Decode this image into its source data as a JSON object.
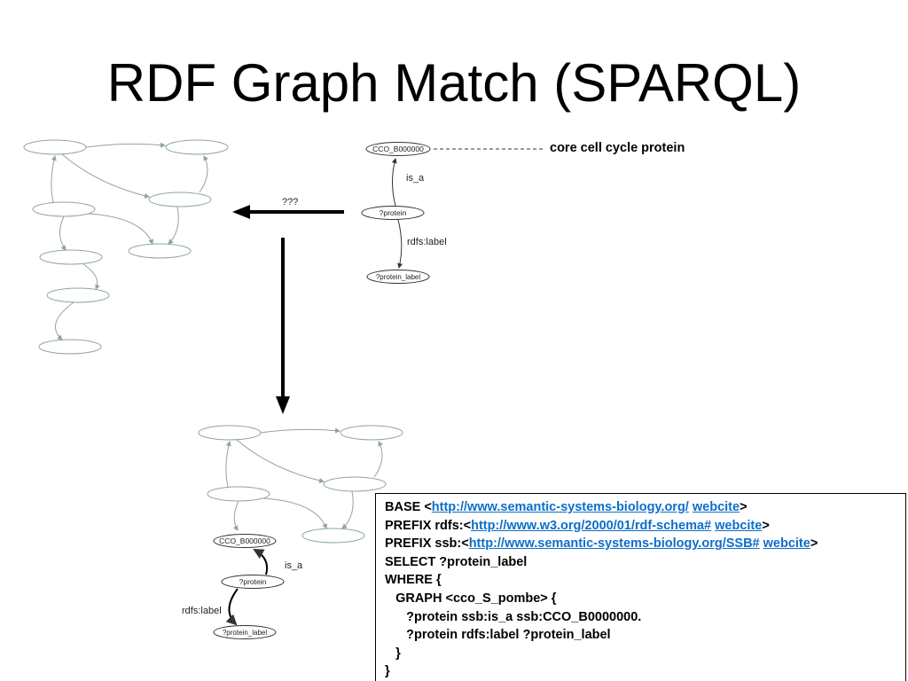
{
  "title": "RDF Graph Match (SPARQL)",
  "query_pattern": {
    "node_class": "CCO_B000000",
    "node_protein": "?protein",
    "node_label": "?protein_label",
    "edge_is_a": "is_a",
    "edge_label": "rdfs:label",
    "annotation": "core cell cycle protein"
  },
  "match_label": "???",
  "matched_pattern": {
    "node_class": "CCO_B000000",
    "node_protein": "?protein",
    "node_label": "?protein_label",
    "edge_is_a": "is_a",
    "edge_label": "rdfs:label"
  },
  "query": {
    "base_prefix": "BASE <",
    "base_url": "http://www.semantic-systems-biology.org/",
    "base_cite": "webcite",
    "line_end": ">",
    "rdfs_prefix": "PREFIX rdfs:<",
    "rdfs_url": "http://www.w3.org/2000/01/rdf-schema#",
    "rdfs_cite": "webcite",
    "ssb_prefix": "PREFIX ssb:<",
    "ssb_url": "http://www.semantic-systems-biology.org/SSB#",
    "ssb_cite": "webcite",
    "select": "SELECT ?protein_label",
    "where": "WHERE {",
    "graph": "   GRAPH <cco_S_pombe> {",
    "triple1": "      ?protein ssb:is_a ssb:CCO_B0000000.",
    "triple2": "      ?protein rdfs:label ?protein_label",
    "close_inner": "   }",
    "close_outer": "}"
  },
  "colors": {
    "graph_edge": "#8fa59a",
    "arrow": "#000000",
    "link": "#0e6ec8"
  }
}
